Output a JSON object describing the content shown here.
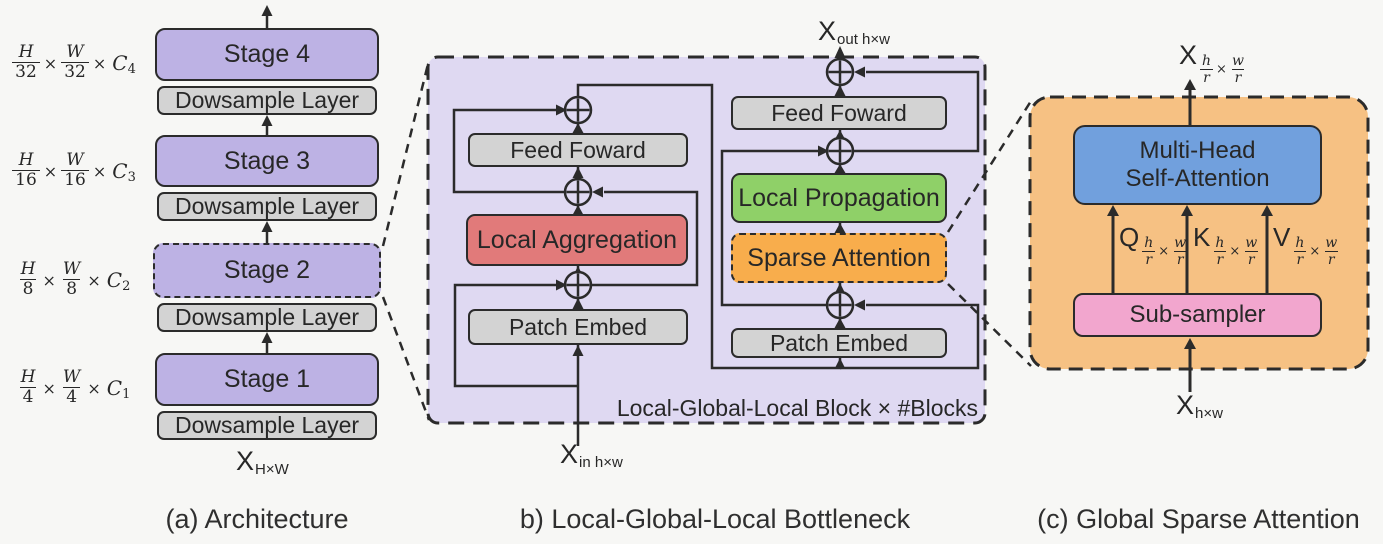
{
  "figure": {
    "times": "×",
    "captions": {
      "a": "(a) Architecture",
      "b": "b) Local-Global-Local Bottleneck",
      "c": "(c) Global Sparse Attention"
    }
  },
  "colors": {
    "background": "#f7f7f5",
    "stage_purple": "#bdb2e4",
    "panel_b_lavender": "#dfd9f2",
    "gray_box": "#d3d3d3",
    "local_aggregation_red": "#e17a7a",
    "local_propagation_green": "#8fd068",
    "sparse_attention_orange": "#f8ad4c",
    "panel_c_orange": "#f6c183",
    "mhsa_blue": "#71a0dd",
    "subsampler_pink": "#f2a6ce",
    "line_dark": "#2b2b2b"
  },
  "panel_a": {
    "stages": [
      "Stage 4",
      "Stage 3",
      "Stage 2",
      "Stage 1"
    ],
    "downsample_label": "Dowsample Layer",
    "dims": [
      {
        "n1": "H",
        "d1": "32",
        "n2": "W",
        "d2": "32",
        "c": "C",
        "sub": "4"
      },
      {
        "n1": "H",
        "d1": "16",
        "n2": "W",
        "d2": "16",
        "c": "C",
        "sub": "3"
      },
      {
        "n1": "H",
        "d1": "8",
        "n2": "W",
        "d2": "8",
        "c": "C",
        "sub": "2"
      },
      {
        "n1": "H",
        "d1": "4",
        "n2": "W",
        "d2": "4",
        "c": "C",
        "sub": "1"
      }
    ],
    "input": {
      "main": "X",
      "sub": "H×W"
    }
  },
  "panel_b": {
    "out": {
      "main": "X",
      "sub": "out h×w"
    },
    "in": {
      "main": "X",
      "sub": "in h×w"
    },
    "left": {
      "feed_forward": "Feed Foward",
      "local_aggregation": "Local Aggregation",
      "patch_embed": "Patch Embed"
    },
    "right": {
      "feed_forward": "Feed Foward",
      "local_propagation": "Local Propagation",
      "sparse_attention": "Sparse Attention",
      "patch_embed": "Patch Embed"
    },
    "note": "Local-Global-Local Block × #Blocks"
  },
  "panel_c": {
    "out": {
      "main": "X",
      "n1": "h",
      "d1": "r",
      "n2": "w",
      "d2": "r"
    },
    "mhsa": {
      "line1": "Multi-Head",
      "line2": "Self-Attention"
    },
    "qkv": [
      {
        "main": "Q",
        "n1": "h",
        "d1": "r",
        "n2": "w",
        "d2": "r"
      },
      {
        "main": "K",
        "n1": "h",
        "d1": "r",
        "n2": "w",
        "d2": "r"
      },
      {
        "main": "V",
        "n1": "h",
        "d1": "r",
        "n2": "w",
        "d2": "r"
      }
    ],
    "subsampler": "Sub-sampler",
    "in": {
      "main": "X",
      "sub": "h×w"
    }
  }
}
